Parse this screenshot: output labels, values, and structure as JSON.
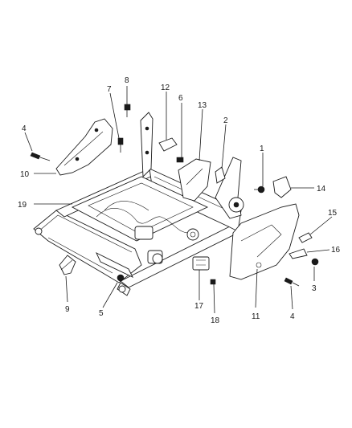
{
  "callouts": [
    {
      "id": "c1",
      "text": "1"
    },
    {
      "id": "c2",
      "text": "2"
    },
    {
      "id": "c3",
      "text": "3"
    },
    {
      "id": "c4a",
      "text": "4"
    },
    {
      "id": "c4b",
      "text": "4"
    },
    {
      "id": "c5",
      "text": "5"
    },
    {
      "id": "c6",
      "text": "6"
    },
    {
      "id": "c7",
      "text": "7"
    },
    {
      "id": "c8",
      "text": "8"
    },
    {
      "id": "c9",
      "text": "9"
    },
    {
      "id": "c10",
      "text": "10"
    },
    {
      "id": "c11",
      "text": "11"
    },
    {
      "id": "c12",
      "text": "12"
    },
    {
      "id": "c13",
      "text": "13"
    },
    {
      "id": "c14",
      "text": "14"
    },
    {
      "id": "c15",
      "text": "15"
    },
    {
      "id": "c16",
      "text": "16"
    },
    {
      "id": "c17",
      "text": "17"
    },
    {
      "id": "c18",
      "text": "18"
    },
    {
      "id": "c19",
      "text": "19"
    }
  ]
}
